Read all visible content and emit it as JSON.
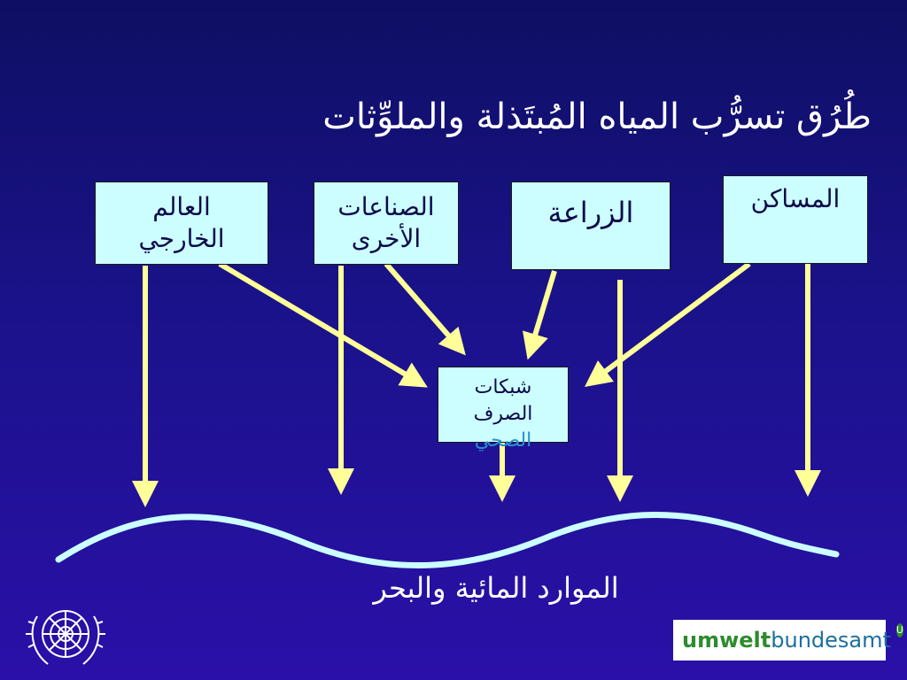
{
  "title": "طُرُق تسرُّب المياه المُبتَذلة والملوِّثات",
  "boxes": {
    "dwellings": [
      "المساكن"
    ],
    "agriculture": [
      "الزراعة"
    ],
    "industries": [
      "الصناعات",
      "الأخرى"
    ],
    "outside_world": [
      "العالم",
      "الخارجي"
    ],
    "sewer_networks": [
      "شبكات",
      "الصرف",
      "الصحي"
    ]
  },
  "bottom_label": "الموارد المائية والبحر",
  "logos": {
    "uba_part1": "umwelt",
    "uba_part2": "bundesamt",
    "uba_badge": "U"
  },
  "colors": {
    "background": "#1a128a",
    "box_fill": "#ccfeff",
    "arrow": "#ffff99",
    "wave": "#ccffff",
    "title_text": "#ffffff"
  }
}
